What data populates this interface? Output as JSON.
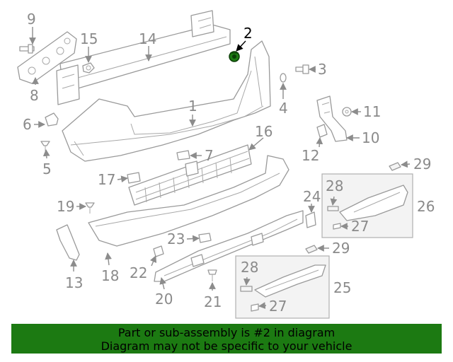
{
  "callouts": {
    "c1": "1",
    "c2": "2",
    "c3": "3",
    "c4": "4",
    "c5": "5",
    "c6": "6",
    "c7": "7",
    "c8": "8",
    "c9": "9",
    "c10": "10",
    "c11": "11",
    "c12": "12",
    "c13": "13",
    "c14": "14",
    "c15": "15",
    "c16": "16",
    "c17": "17",
    "c18": "18",
    "c19": "19",
    "c20": "20",
    "c21": "21",
    "c22": "22",
    "c23": "23",
    "c24": "24",
    "c25": "25",
    "c26": "26",
    "c27a": "27",
    "c27b": "27",
    "c28a": "28",
    "c28b": "28",
    "c29a": "29",
    "c29b": "29"
  },
  "highlight_color": "#1c7a12",
  "banner": {
    "line1": "Part or sub-assembly is #2 in diagram",
    "line2": "Diagram may not be specific to your vehicle"
  }
}
